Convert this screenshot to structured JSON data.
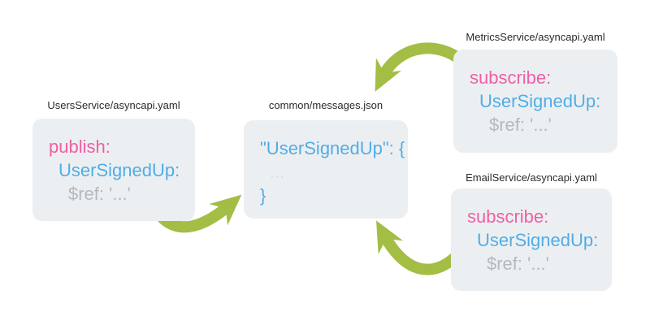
{
  "colors": {
    "green": "#a4bd44",
    "pink": "#ee5fa6",
    "blue": "#50ade7",
    "gray": "#b6b9bb",
    "faint": "#dcdfe1",
    "boxbg": "#eceff1",
    "label": "#2b2b2b"
  },
  "boxes": {
    "users": {
      "label": "UsersService/asyncapi.yaml",
      "lines": {
        "operation": "publish:",
        "message": "UserSignedUp:",
        "ref": "$ref: '...'"
      }
    },
    "common": {
      "label": "common/messages.json",
      "lines": {
        "open": "\"UserSignedUp\": {",
        "body": "...",
        "close": "}"
      }
    },
    "metrics": {
      "label": "MetricsService/asyncapi.yaml",
      "lines": {
        "operation": "subscribe:",
        "message": "UserSignedUp:",
        "ref": "$ref: '...'"
      }
    },
    "email": {
      "label": "EmailService/asyncapi.yaml",
      "lines": {
        "operation": "subscribe:",
        "message": "UserSignedUp:",
        "ref": "$ref: '...'"
      }
    }
  },
  "arrows": {
    "users_to_common": "UsersService references common/messages.json",
    "metrics_to_common": "MetricsService references common/messages.json",
    "email_to_common": "EmailService references common/messages.json"
  }
}
